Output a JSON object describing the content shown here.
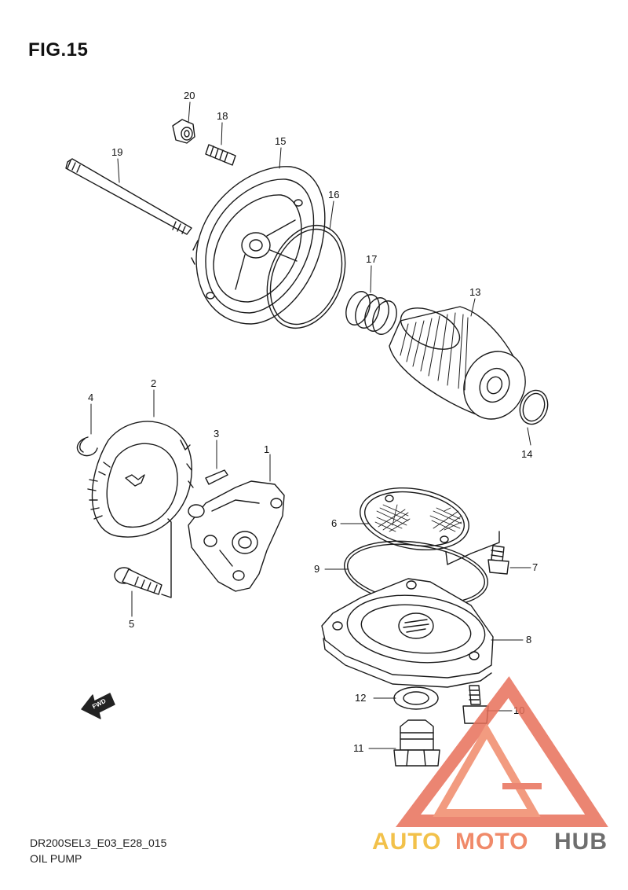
{
  "figure": {
    "title": "FIG.15"
  },
  "footer": {
    "model_code": "DR200SEL3_E03_E28_015",
    "section_name": "OIL PUMP"
  },
  "parts": [
    {
      "number": "1"
    },
    {
      "number": "2"
    },
    {
      "number": "3"
    },
    {
      "number": "4"
    },
    {
      "number": "5"
    },
    {
      "number": "6"
    },
    {
      "number": "7"
    },
    {
      "number": "8"
    },
    {
      "number": "9"
    },
    {
      "number": "10"
    },
    {
      "number": "11"
    },
    {
      "number": "12"
    },
    {
      "number": "13"
    },
    {
      "number": "14"
    },
    {
      "number": "15"
    },
    {
      "number": "16"
    },
    {
      "number": "17"
    },
    {
      "number": "18"
    },
    {
      "number": "19"
    },
    {
      "number": "20"
    }
  ],
  "direction_arrow": {
    "label": "FWD"
  },
  "watermark": {
    "part_a": "AUTO",
    "part_b": "MOTO",
    "part_c": "HUB",
    "color_a": "#f2c14a",
    "color_b": "#f08a6a",
    "color_c": "#6e6e6e"
  }
}
